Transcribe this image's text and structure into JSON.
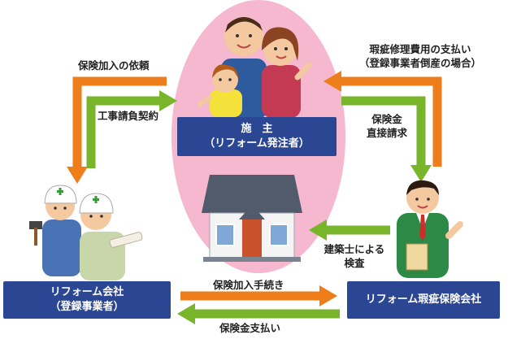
{
  "nodes": {
    "owner": {
      "title": "施　主",
      "subtitle": "（リフォーム発注者）"
    },
    "contractor": {
      "title": "リフォーム会社",
      "subtitle": "（登録事業者）"
    },
    "insurer": {
      "title": "リフォーム瑕疵保険会社"
    }
  },
  "edges": {
    "insurance_request": "保険加入の依頼",
    "construction_contract": "工事請負契約",
    "defect_repair_payment_line1": "瑕疵修理費用の支払い",
    "defect_repair_payment_line2": "（登録事業者倒産の場合）",
    "direct_claim_line1": "保険金",
    "direct_claim_line2": "直接請求",
    "architect_inspection_line1": "建築士による",
    "architect_inspection_line2": "検査",
    "insurance_procedure": "保険加入手続き",
    "insurance_payment": "保険金支払い"
  },
  "colors": {
    "box": "#2b4793",
    "arrow_orange": "#ee7d1b",
    "arrow_green": "#79b52a",
    "ellipse": "#f5b8cf"
  },
  "icons": [
    "family-illustration",
    "house-illustration",
    "workers-illustration",
    "businessman-illustration"
  ]
}
